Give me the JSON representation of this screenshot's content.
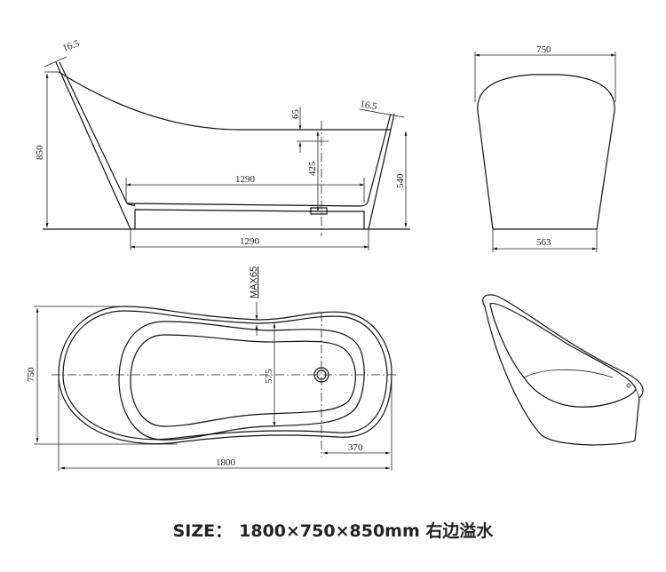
{
  "side_view": {
    "rim_thickness_left": "16.5",
    "rim_thickness_right": "16.5",
    "overall_height": "850",
    "rim_height": "540",
    "inner_length": "1290",
    "base_length": "1290",
    "overflow_to_drain": "425",
    "overflow_offset": "65"
  },
  "end_view": {
    "top_width": "750",
    "base_width": "563"
  },
  "top_view": {
    "width": "750",
    "length": "1800",
    "drain_offset": "370",
    "inner_width": "575",
    "max_rim_label": "MAX65"
  },
  "caption": {
    "label": "SIZE：",
    "value": "1800×750×850mm 右边溢水"
  }
}
